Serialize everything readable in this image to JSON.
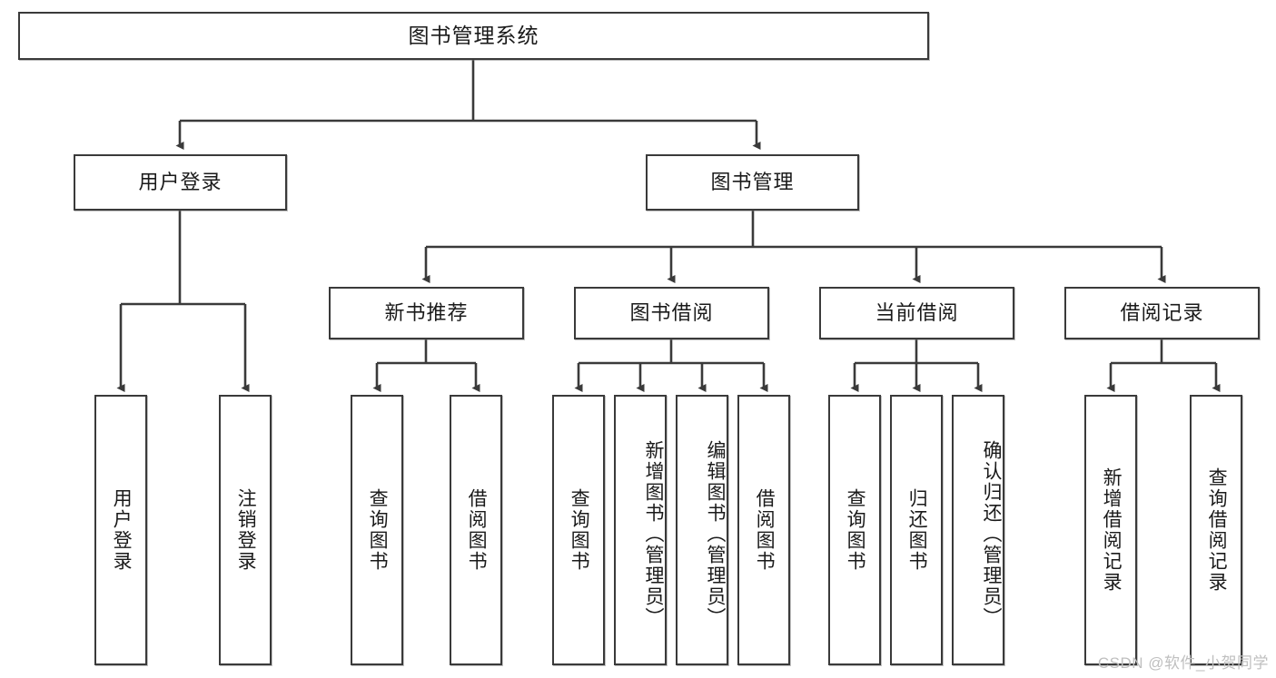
{
  "diagram": {
    "title": "图书管理系统",
    "type": "tree",
    "root": {
      "label": "图书管理系统",
      "id": "root"
    },
    "level2": [
      {
        "id": "user-login",
        "label": "用户登录"
      },
      {
        "id": "book-management",
        "label": "图书管理"
      }
    ],
    "level3": [
      {
        "id": "new-book-recommend",
        "label": "新书推荐",
        "parent": "book-management"
      },
      {
        "id": "book-borrow",
        "label": "图书借阅",
        "parent": "book-management"
      },
      {
        "id": "current-borrow",
        "label": "当前借阅",
        "parent": "book-management"
      },
      {
        "id": "borrow-record",
        "label": "借阅记录",
        "parent": "book-management"
      }
    ],
    "leaves": [
      {
        "id": "leaf-user-login",
        "label": "用户登录",
        "parent": "user-login"
      },
      {
        "id": "leaf-logout-login",
        "label": "注销登录",
        "parent": "user-login"
      },
      {
        "id": "leaf-query-book-1",
        "label": "查询图书",
        "parent": "new-book-recommend"
      },
      {
        "id": "leaf-borrow-book-1",
        "label": "借阅图书",
        "parent": "new-book-recommend"
      },
      {
        "id": "leaf-query-book-2",
        "label": "查询图书",
        "parent": "book-borrow"
      },
      {
        "id": "leaf-add-book",
        "label": "新增图书（管理员）",
        "parent": "book-borrow"
      },
      {
        "id": "leaf-edit-book",
        "label": "编辑图书（管理员）",
        "parent": "book-borrow"
      },
      {
        "id": "leaf-borrow-book-2",
        "label": "借阅图书",
        "parent": "book-borrow"
      },
      {
        "id": "leaf-query-book-3",
        "label": "查询图书",
        "parent": "current-borrow"
      },
      {
        "id": "leaf-return-book",
        "label": "归还图书",
        "parent": "current-borrow"
      },
      {
        "id": "leaf-confirm-return",
        "label": "确认归还（管理员）",
        "parent": "current-borrow"
      },
      {
        "id": "leaf-add-record",
        "label": "新增借阅记录",
        "parent": "borrow-record"
      },
      {
        "id": "leaf-query-record",
        "label": "查询借阅记录",
        "parent": "borrow-record"
      }
    ]
  },
  "watermark": {
    "text": "CSDN @软件_小贺同学"
  },
  "colors": {
    "stroke": "#3a3a3a",
    "background": "#ffffff",
    "text": "#1a1a1a",
    "watermark": "#bfbfbf"
  }
}
